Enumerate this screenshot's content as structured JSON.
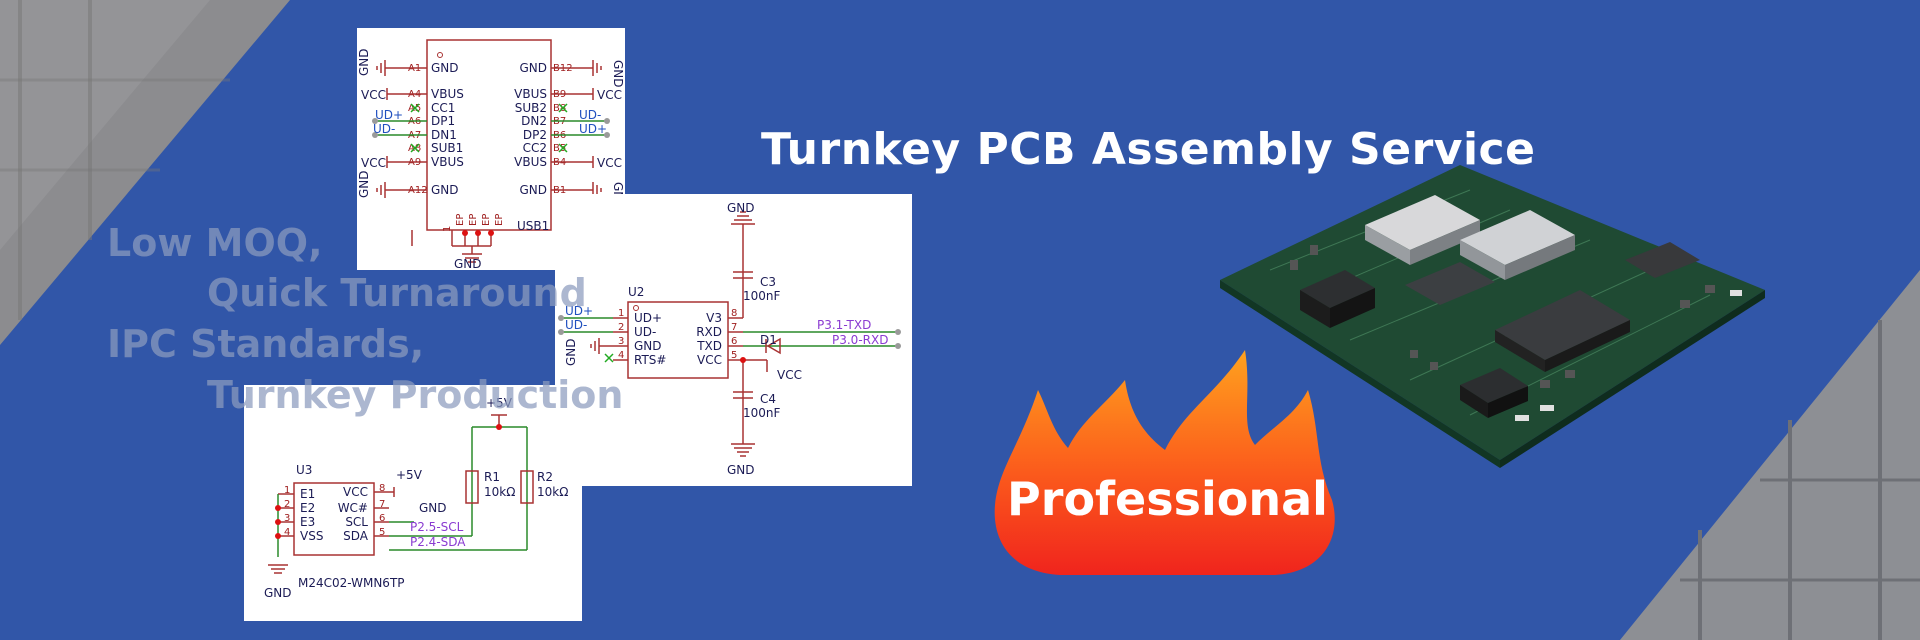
{
  "headline": "Turnkey PCB Assembly Service",
  "taglines": [
    "Low MOQ,",
    "Quick Turnaround",
    "IPC Standards,",
    "Turnkey Production"
  ],
  "badge": "Professional",
  "schematic_usb": {
    "ref": "USB1",
    "net_gnd": "GND",
    "net_vcc": "VCC",
    "net_udp": "UD+",
    "net_udm": "UD-",
    "left_pins": [
      "A1",
      "A4",
      "A5",
      "A6",
      "A7",
      "A8",
      "A9",
      "A12"
    ],
    "left_names": [
      "GND",
      "VBUS",
      "CC1",
      "DP1",
      "DN1",
      "SUB1",
      "VBUS",
      "GND"
    ],
    "right_pins": [
      "B12",
      "B9",
      "B8",
      "B7",
      "B6",
      "B5",
      "B4",
      "B1"
    ],
    "right_names": [
      "GND",
      "VBUS",
      "SUB2",
      "DN2",
      "DP2",
      "CC2",
      "VBUS",
      "GND"
    ],
    "bottom_pins": [
      "1",
      "EP",
      "EP",
      "EP",
      "EP"
    ]
  },
  "schematic_u2": {
    "ref": "U2",
    "left_nets": [
      "UD+",
      "UD-"
    ],
    "pins_left": [
      "1",
      "2",
      "3",
      "4"
    ],
    "names_left": [
      "UD+",
      "UD-",
      "GND",
      "RTS#"
    ],
    "pins_right": [
      "8",
      "7",
      "6",
      "5"
    ],
    "names_right": [
      "V3",
      "RXD",
      "TXD",
      "VCC"
    ],
    "gnd_top": "GND",
    "gnd_left": "GND",
    "gnd_bottom": "GND",
    "c3": "C3",
    "c3_val": "100nF",
    "c4": "C4",
    "c4_val": "100nF",
    "d1": "D1",
    "vcc": "VCC",
    "net_txd": "P3.1-TXD",
    "net_rxd": "P3.0-RXD"
  },
  "schematic_u3": {
    "ref": "U3",
    "part": "M24C02-WMN6TP",
    "pins_left": [
      "1",
      "2",
      "3",
      "4"
    ],
    "names_left": [
      "E1",
      "E2",
      "E3",
      "VSS"
    ],
    "pins_right": [
      "8",
      "7",
      "6",
      "5"
    ],
    "names_right": [
      "VCC",
      "WC#",
      "SCL",
      "SDA"
    ],
    "p5v_a": "+5V",
    "p5v_b": "+5V",
    "gnd_a": "GND",
    "gnd_b": "GND",
    "net_scl": "P2.5-SCL",
    "net_sda": "P2.4-SDA",
    "r1": "R1",
    "r1_val": "10kΩ",
    "r2": "R2",
    "r2_val": "10kΩ"
  },
  "colors": {
    "background": "#3156a8",
    "headline": "#ffffff",
    "flame_top": "#ff9d1c",
    "flame_bottom": "#f0241d",
    "schematic_wire": "#a83232",
    "schematic_net": "#8a3bd1"
  }
}
